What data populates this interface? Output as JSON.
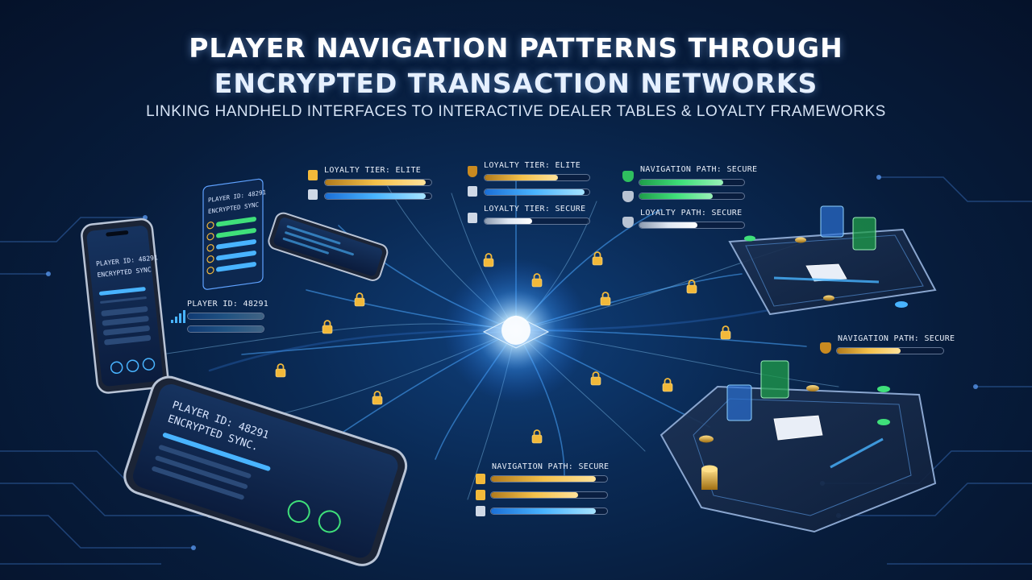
{
  "title_line1": "PLAYER NAVIGATION PATTERNS THROUGH",
  "title_line2": "ENCRYPTED TRANSACTION NETWORKS",
  "subtitle": "LINKING HANDHELD INTERFACES TO INTERACTIVE DEALER TABLES & LOYALTY FRAMEWORKS",
  "colors": {
    "gold": "#f3c04a",
    "blue": "#49b4ff",
    "green": "#3fe07a",
    "silver": "#dfe7f2",
    "background": "#071c3b"
  },
  "panels": [
    {
      "id": "p1",
      "label": "LOYALTY TIER: ELITE",
      "bars": [
        {
          "color": "gold",
          "level": 0.95
        },
        {
          "color": "blue",
          "level": 0.95
        }
      ]
    },
    {
      "id": "p2",
      "label": "LOYALTY TIER: ELITE",
      "bars": [
        {
          "color": "gold",
          "level": 0.7
        },
        {
          "color": "blue",
          "level": 0.95
        }
      ]
    },
    {
      "id": "p3",
      "label": "LOYALTY TIER: SECURE",
      "bars": [
        {
          "color": "silver",
          "level": 0.45
        }
      ]
    },
    {
      "id": "p4",
      "label": "NAVIGATION PATH: SECURE",
      "bars": [
        {
          "color": "green",
          "level": 0.8
        },
        {
          "color": "green",
          "level": 0.7
        }
      ]
    },
    {
      "id": "p5",
      "label": "LOYALTY PATH: SECURE",
      "bars": [
        {
          "color": "silver",
          "level": 0.55
        }
      ]
    },
    {
      "id": "p6",
      "label": "NAVIGATION PATH: SECURE",
      "bars": [
        {
          "color": "gold",
          "level": 0.6
        }
      ]
    },
    {
      "id": "p7",
      "label": "NAVIGATION PATH: SECURE",
      "bars": [
        {
          "color": "gold",
          "level": 0.9
        },
        {
          "color": "gold",
          "level": 0.75
        },
        {
          "color": "blue",
          "level": 0.9
        }
      ]
    }
  ],
  "player_id_label": "PLAYER ID: 48291",
  "devices": {
    "phone_left": {
      "line1": "PLAYER ID: 48291",
      "line2": "ENCRYPTED SYNC"
    },
    "phone_bottom": {
      "line1": "PLAYER ID: 48291",
      "line2": "ENCRYPTED SYNC."
    },
    "tablet_card": {
      "line1": "PLAYER ID: 48291",
      "line2": "ENCRYPTED SYNC"
    }
  }
}
